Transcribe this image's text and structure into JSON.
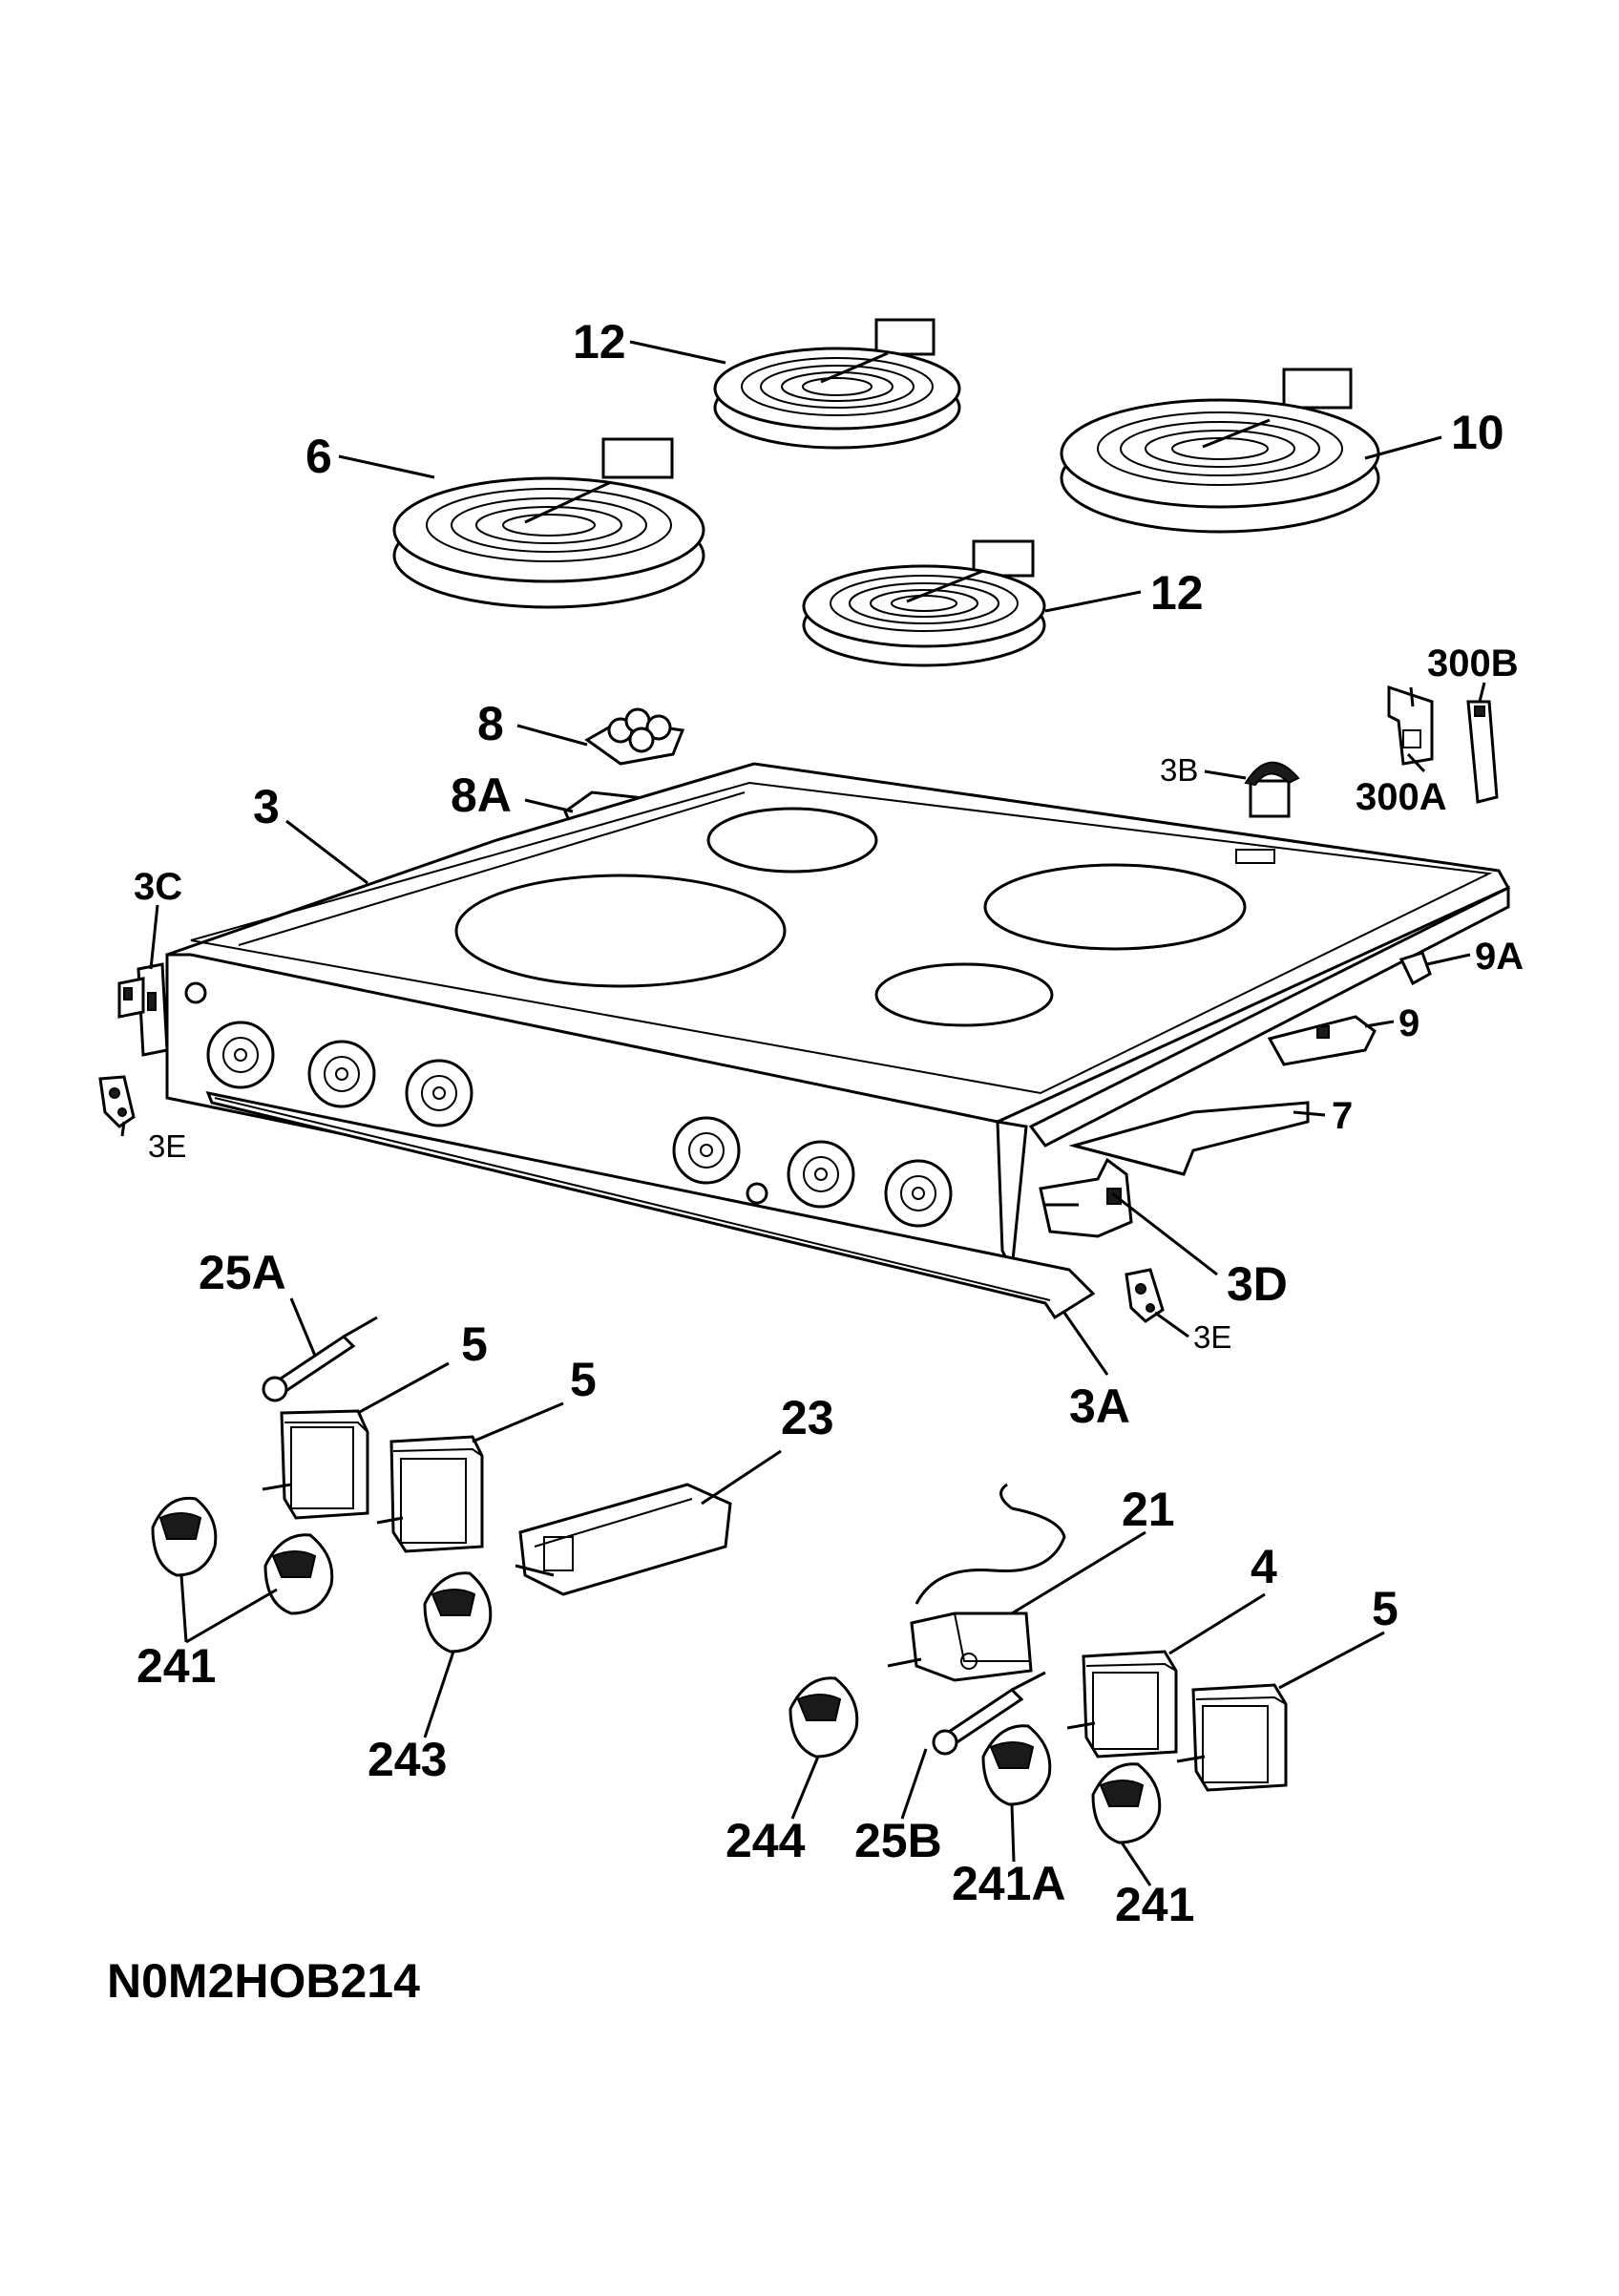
{
  "diagram": {
    "code": "N0M2HOB214",
    "labels": {
      "element_12_top": "12",
      "element_6": "6",
      "element_10": "10",
      "element_12_mid": "12",
      "p_300B": "300B",
      "p_8": "8",
      "p_3B": "3B",
      "p_300A": "300A",
      "p_3": "3",
      "p_8A": "8A",
      "p_3C": "3C",
      "p_9A": "9A",
      "p_9": "9",
      "p_7": "7",
      "p_3E_left": "3E",
      "p_3D": "3D",
      "p_25A": "25A",
      "p_3E_right": "3E",
      "p_5_a": "5",
      "p_5_b": "5",
      "p_3A": "3A",
      "p_23": "23",
      "p_21": "21",
      "p_4": "4",
      "p_5_c": "5",
      "p_241_left": "241",
      "p_243": "243",
      "p_244": "244",
      "p_25B": "25B",
      "p_241A": "241A",
      "p_241_right": "241"
    }
  }
}
